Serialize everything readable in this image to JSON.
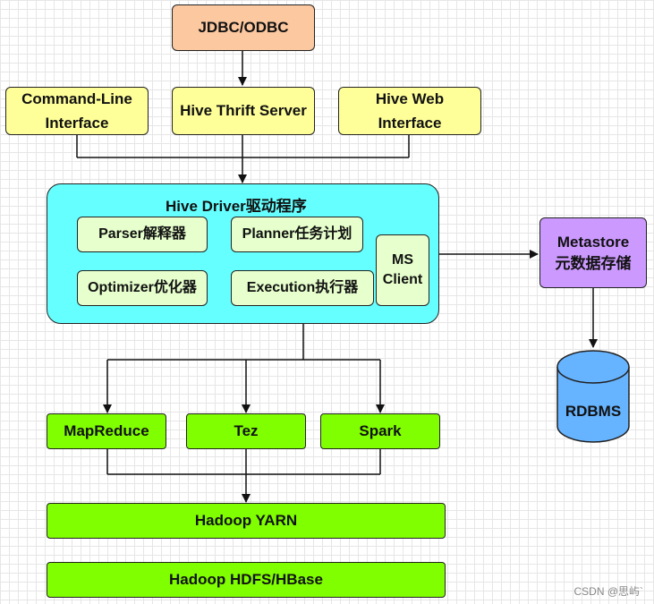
{
  "nodes": {
    "jdbc": "JDBC/ODBC",
    "cli": "Command-Line\nInterface",
    "thrift": "Hive Thrift Server",
    "web": "Hive Web\nInterface",
    "driver_title": "Hive Driver驱动程序",
    "parser": "Parser解释器",
    "planner": "Planner任务计划",
    "optimizer": "Optimizer优化器",
    "execution": "Execution执行器",
    "ms_client": "MS\nClient",
    "metastore": "Metastore\n元数据存储",
    "rdbms": "RDBMS",
    "mapreduce": "MapReduce",
    "tez": "Tez",
    "spark": "Spark",
    "yarn": "Hadoop YARN",
    "hdfs": "Hadoop HDFS/HBase"
  },
  "colors": {
    "jdbc": "#fcc8a0",
    "interfaces": "#ffff99",
    "driver": "#66ffff",
    "driver_inner": "#e6ffcc",
    "metastore": "#cc99ff",
    "rdbms": "#66b3ff",
    "engines": "#80ff00"
  },
  "watermark": "CSDN @思屿`"
}
